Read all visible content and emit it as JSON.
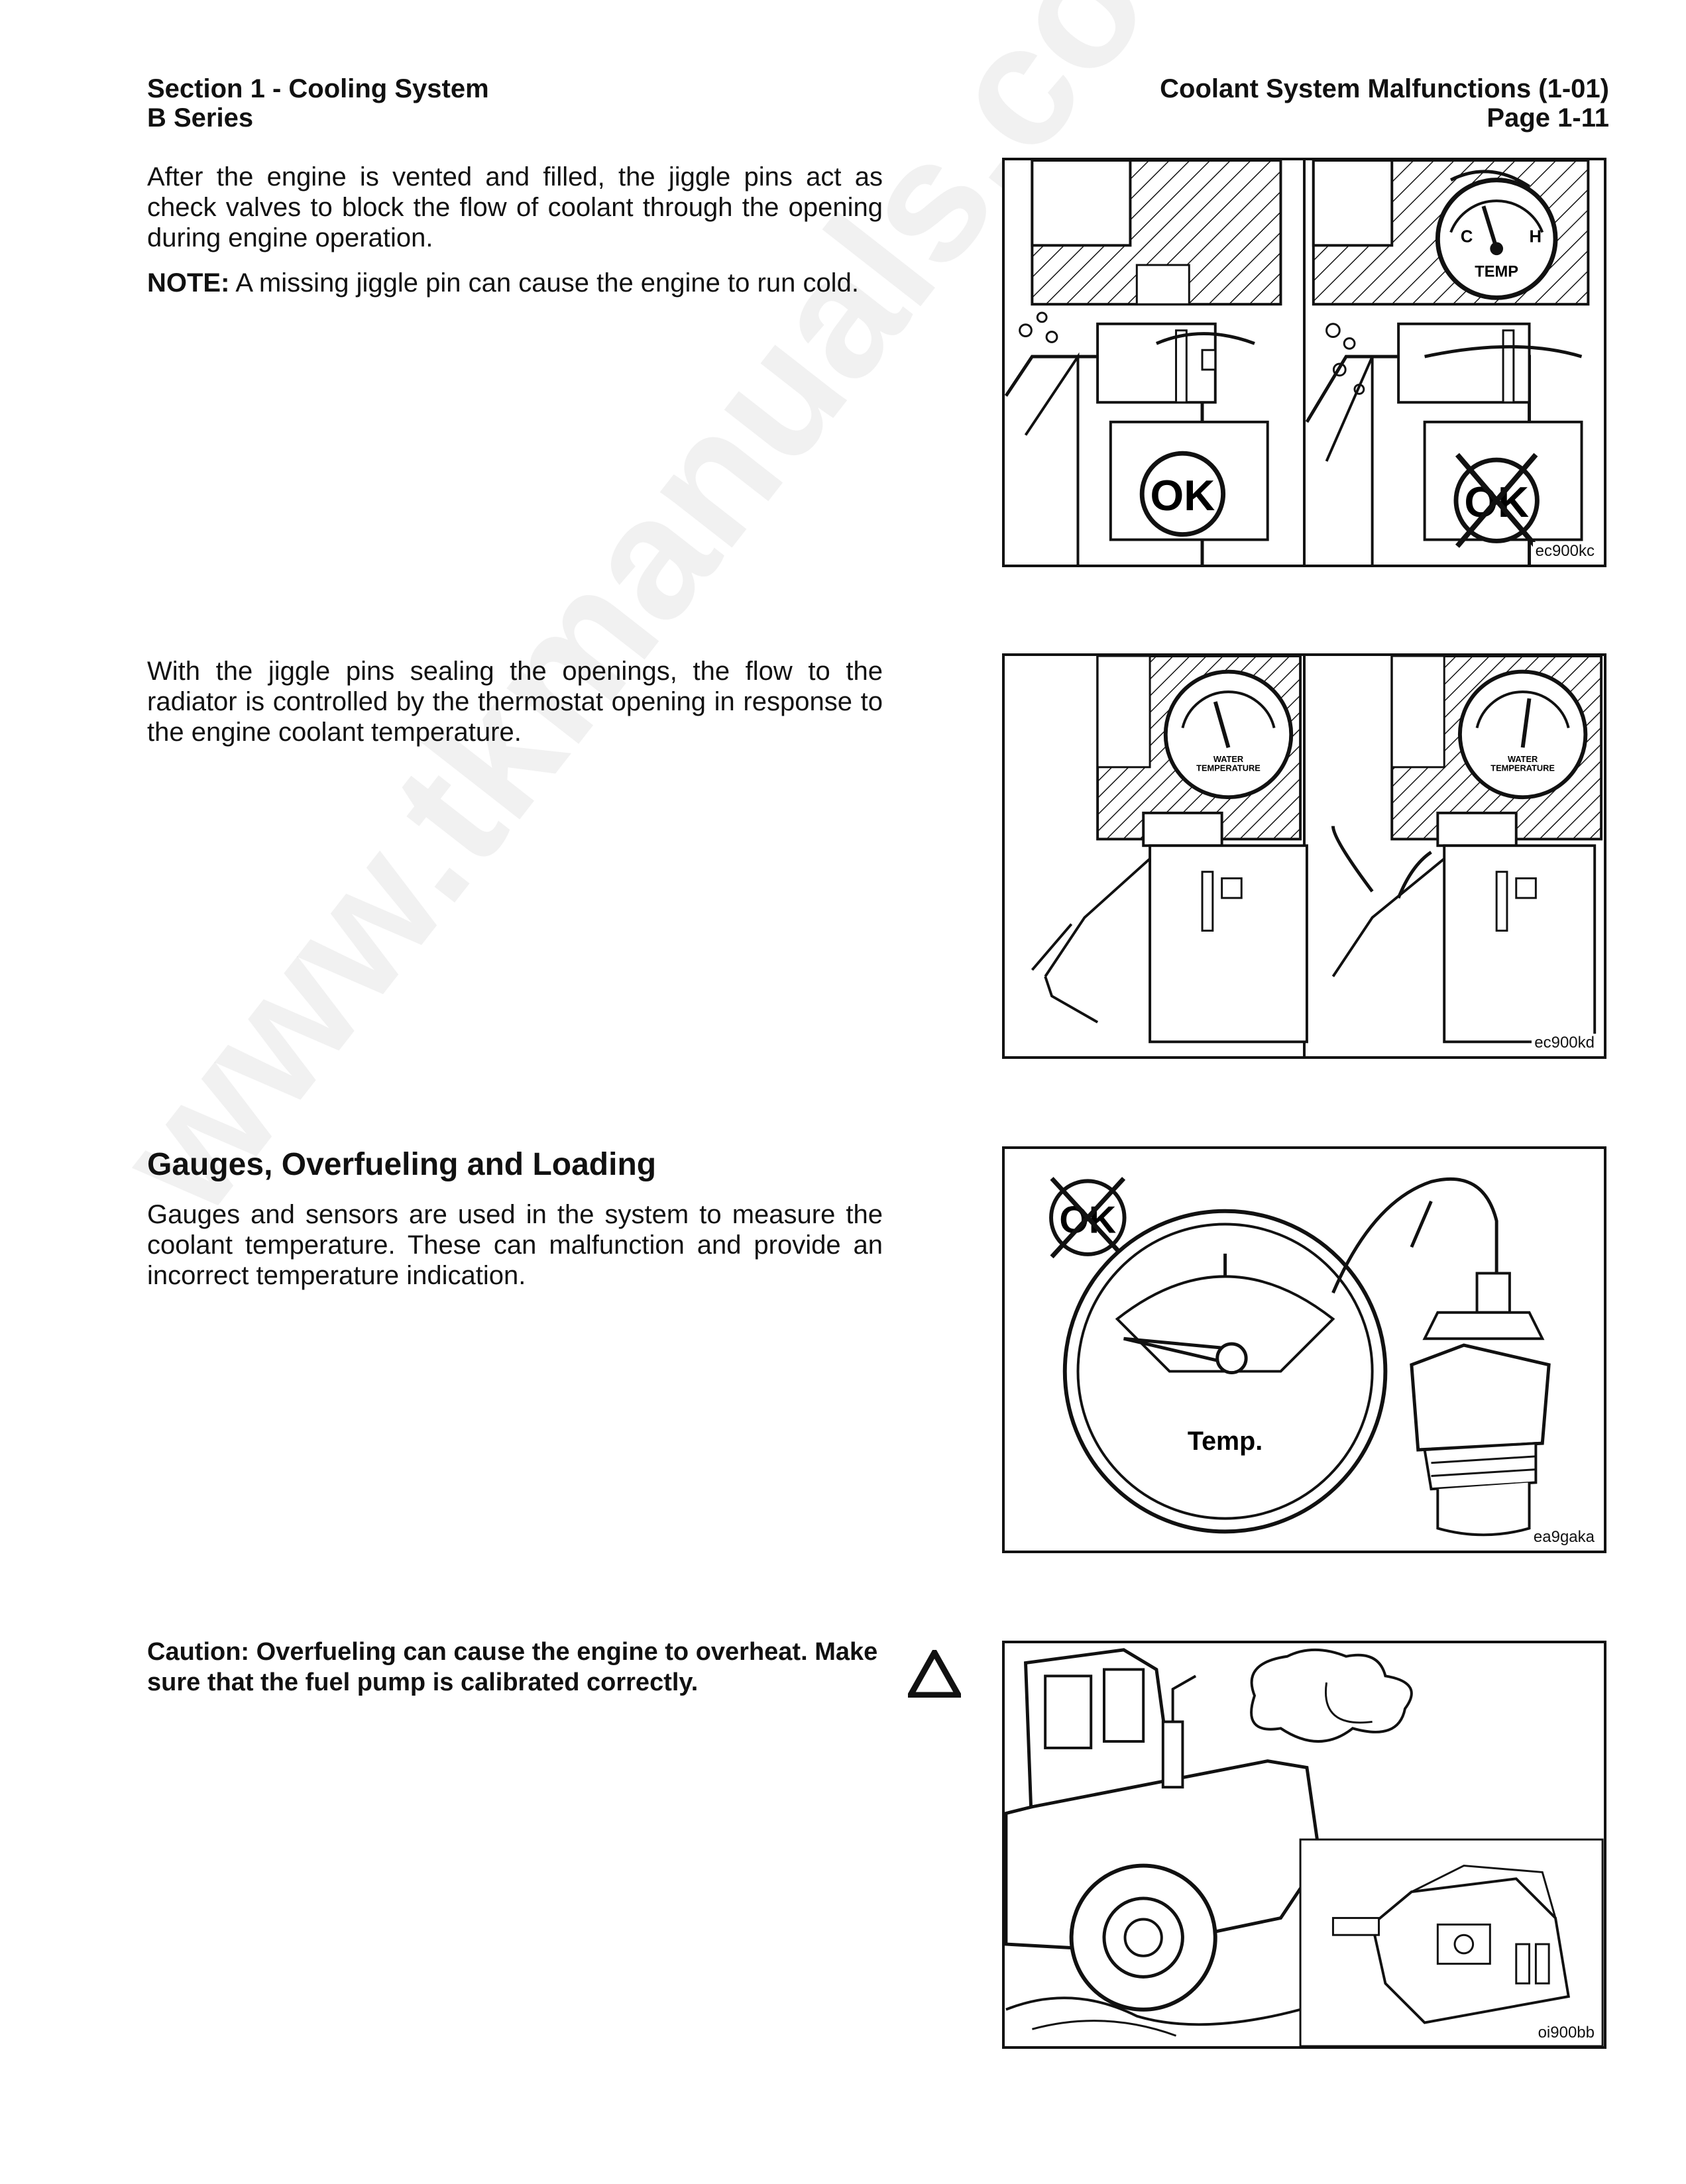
{
  "header": {
    "left_line1": "Section 1 - Cooling System",
    "left_line2": "B Series",
    "right_line1": "Coolant System Malfunctions (1-01)",
    "right_line2": "Page 1-11"
  },
  "paragraphs": {
    "p1": "After the engine is vented and filled, the jiggle pins act as check valves to block the flow of coolant through the opening during engine operation.",
    "note_label": "NOTE:",
    "note_text": " A missing jiggle pin can cause the engine to run cold.",
    "p2": "With the jiggle pins sealing the openings, the flow to the radiator is controlled by the thermostat opening in response to the engine coolant temperature.",
    "heading": "Gauges, Overfueling and Loading",
    "p3": "Gauges and sensors are used in the system to measure the coolant temperature. These can malfunction and provide an incorrect temperature indication.",
    "caution": "Caution:  Overfueling can cause the engine to overheat. Make sure that the fuel pump is calibrated correctly."
  },
  "figures": {
    "fig1": {
      "code": "ec900kc",
      "ok_label": "OK",
      "temp_label": "TEMP",
      "cold_label": "C",
      "hot_label": "H"
    },
    "fig2": {
      "code": "ec900kd",
      "gauge_label_1": "WATER",
      "gauge_label_2": "TEMPERATURE"
    },
    "fig3": {
      "code": "ea9gaka",
      "ok_label": "OK",
      "gauge_label": "Temp."
    },
    "fig4": {
      "code": "oi900bb"
    }
  },
  "watermark": "www.tkmanuals.com"
}
